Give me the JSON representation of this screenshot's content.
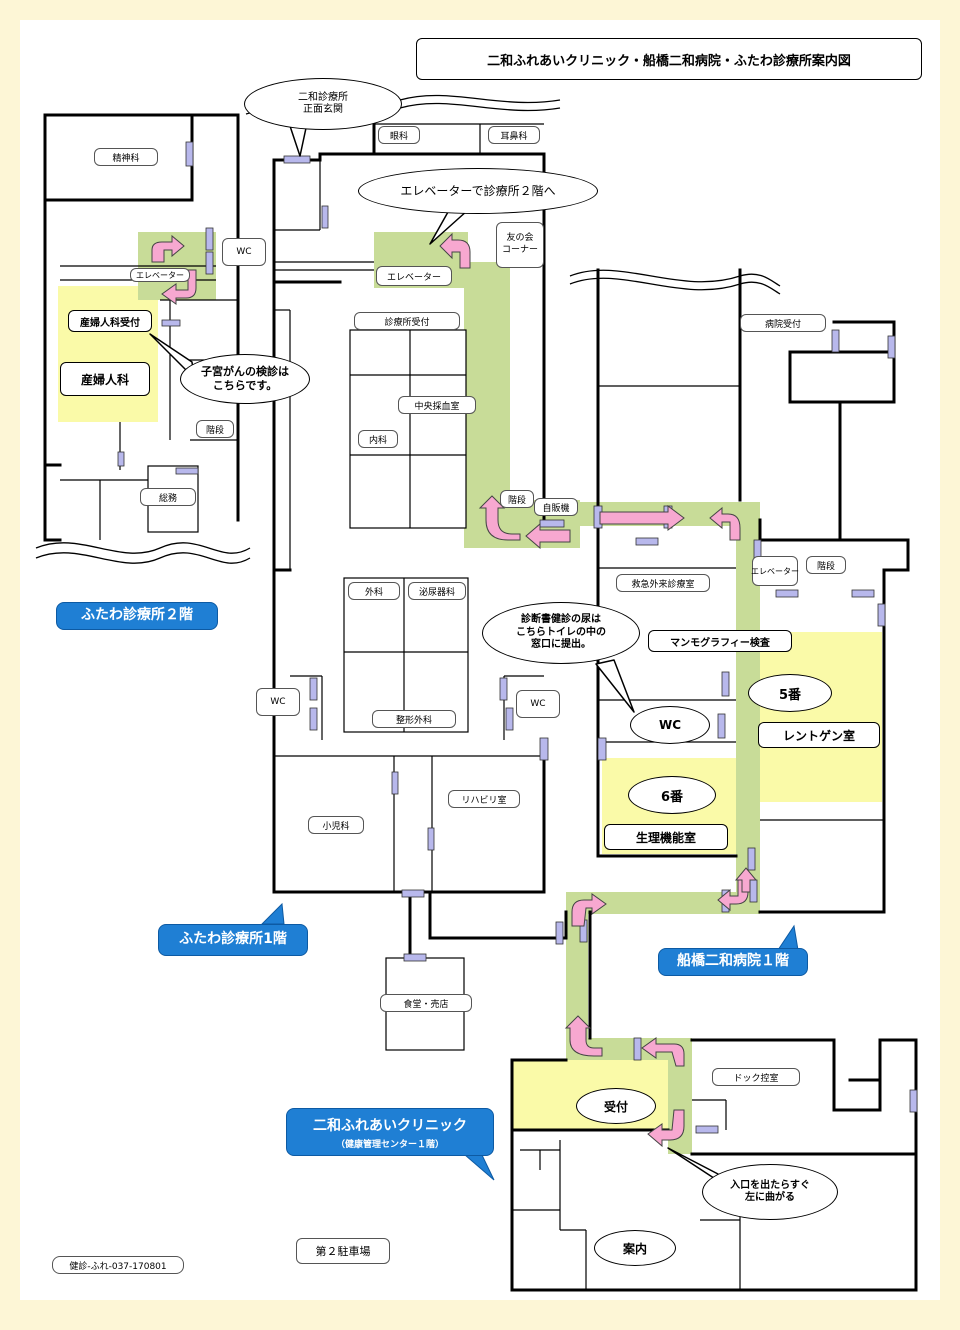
{
  "title": "二和ふれあいクリニック・船橋二和病院・ふたわ診療所案内図",
  "doc_code": "健診-ふれ-037-170801",
  "colors": {
    "page_bg": "#fdf6d6",
    "highlight": "#fafaa8",
    "route": "#c8dc98",
    "arrow": "#f7a8d0",
    "door": "#b8b8ec",
    "floor_label": "#1f7fd4"
  },
  "floors": {
    "futawa_2f": "ふたわ診療所２階",
    "futawa_1f": "ふたわ診療所1階",
    "hospital_1f": "船橋二和病院１階",
    "clinic_title": "二和ふれあいクリニック",
    "clinic_sub": "（健康管理センター１階）"
  },
  "rooms": {
    "seishinka": "精神科",
    "wc": "WC",
    "elevator": "エレベーター",
    "sanfujinka_uketsuke": "産婦人科受付",
    "sanfujinka": "産婦人科",
    "kaidan": "階段",
    "soumu": "総務",
    "ganka": "眼科",
    "jibika": "耳鼻科",
    "tomonokai": "友の会\nコーナー",
    "shinryojo_uketsuke": "診療所受付",
    "chuo_saiketsu": "中央採血室",
    "naika": "内科",
    "jihanki": "自販機",
    "geka": "外科",
    "hinyokika": "泌尿器科",
    "seikei": "整形外科",
    "shonika": "小児科",
    "rihabiri": "リハビリ室",
    "byoin_uketsuke": "病院受付",
    "kyukyu": "救急外来診療室",
    "mammo": "マンモグラフィー検査",
    "no5": "5番",
    "rentogen": "レントゲン室",
    "no6": "6番",
    "seiri": "生理機能室",
    "shokudo": "食堂・売店",
    "dock": "ドック控室",
    "uketsuke": "受付",
    "annai": "案内",
    "parking2": "第２駐車場"
  },
  "callouts": {
    "entrance": "二和診療所\n正面玄関",
    "elevator_to_2f": "エレベーターで診療所２階へ",
    "cancer_screening": "子宮がんの検診は\nこちらです。",
    "urine": "診断書健診の尿は\nこちらトイレの中の\n窓口に提出。",
    "exit_left": "入口を出たらすぐ\n左に曲がる"
  }
}
